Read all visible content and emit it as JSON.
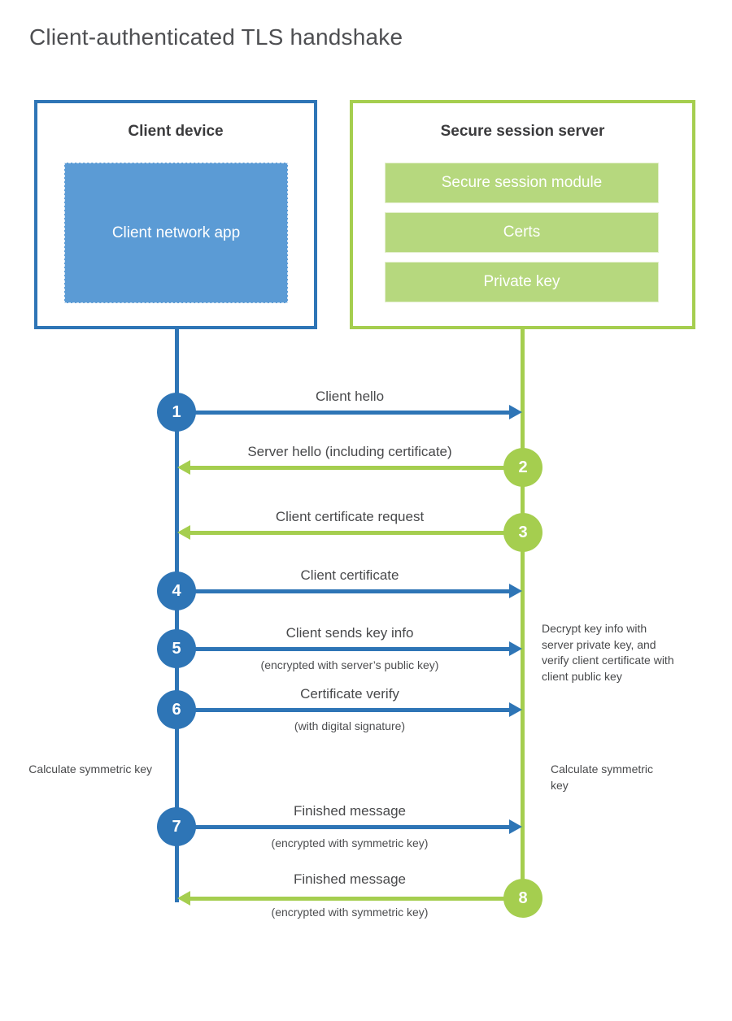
{
  "title": "Client-authenticated TLS handshake",
  "colors": {
    "blue_accent": "#2e75b6",
    "blue_fill": "#5b9bd5",
    "green_accent": "#a5ce4f",
    "green_fill": "#b6d87e",
    "text_gray": "#48494b"
  },
  "client": {
    "title": "Client device",
    "app_label": "Client network app"
  },
  "server": {
    "title": "Secure session server",
    "modules": [
      "Secure session module",
      "Certs",
      "Private key"
    ]
  },
  "steps": [
    {
      "num": "1",
      "label": "Client hello"
    },
    {
      "num": "2",
      "label": "Server hello (including certificate)"
    },
    {
      "num": "3",
      "label": "Client certificate request"
    },
    {
      "num": "4",
      "label": "Client certificate"
    },
    {
      "num": "5",
      "label": "Client sends key info",
      "sublabel": "(encrypted with server’s public key)"
    },
    {
      "num": "6",
      "label": "Certificate verify",
      "sublabel": "(with digital signature)"
    },
    {
      "num": "7",
      "label": "Finished message",
      "sublabel": "(encrypted with symmetric key)"
    },
    {
      "num": "8",
      "label": "Finished message",
      "sublabel": "(encrypted with symmetric key)"
    }
  ],
  "annotations": {
    "server_decrypt": "Decrypt key info with server private key, and verify client certificate with client public key",
    "client_calc": "Calculate symmetric key",
    "server_calc": "Calculate symmetric key"
  }
}
